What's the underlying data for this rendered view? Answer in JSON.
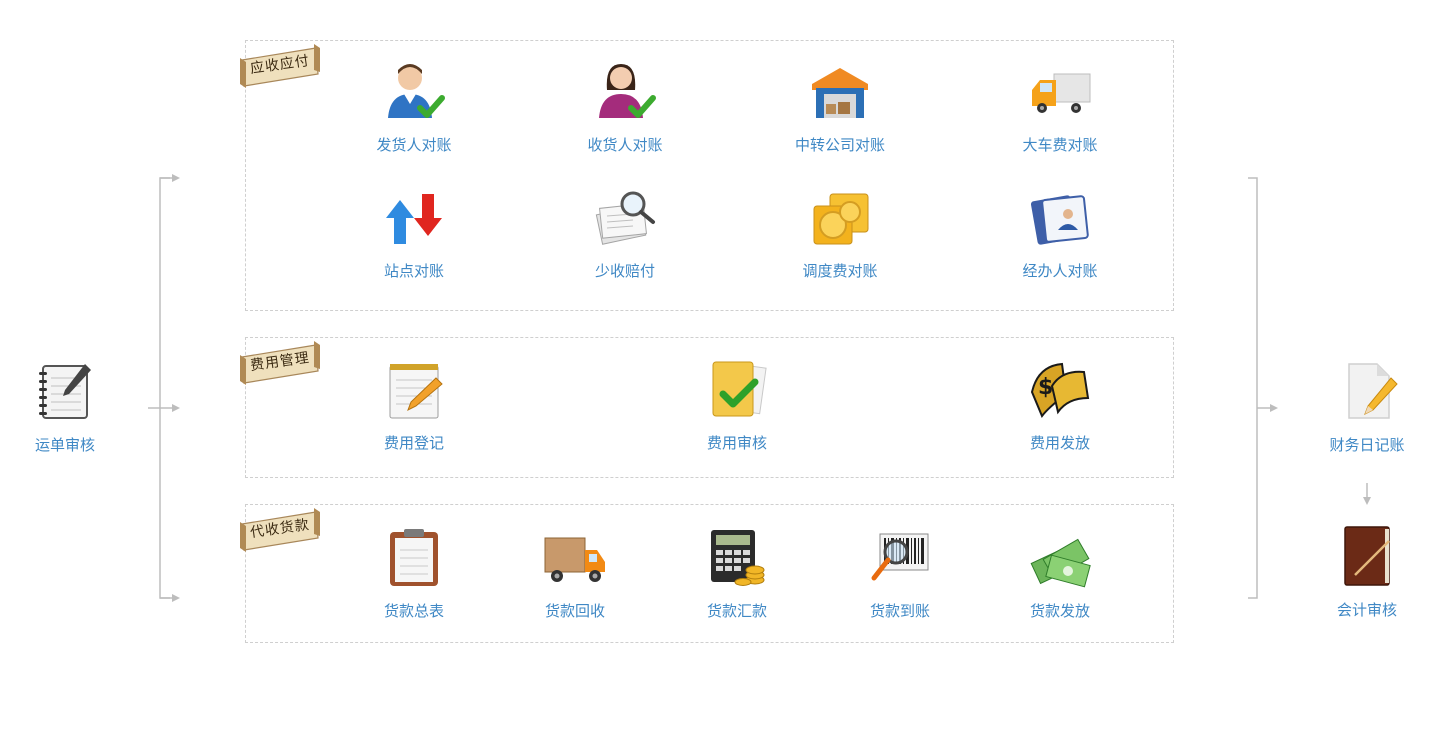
{
  "colors": {
    "label": "#3f88c5",
    "panel_border": "#cfcfcf",
    "ribbon": "#e8d3a6",
    "connector": "#bdbdbd"
  },
  "left": {
    "label": "运单审核",
    "icon": "notebook-pen-icon"
  },
  "right": {
    "top": {
      "label": "财务日记账",
      "icon": "document-pencil-icon"
    },
    "bottom": {
      "label": "会计审核",
      "icon": "ledger-book-icon"
    }
  },
  "sections": {
    "receivable": {
      "title": "应收应付",
      "items": [
        {
          "label": "发货人对账",
          "icon": "male-user-check-icon"
        },
        {
          "label": "收货人对账",
          "icon": "female-user-check-icon"
        },
        {
          "label": "中转公司对账",
          "icon": "warehouse-icon"
        },
        {
          "label": "大车费对账",
          "icon": "truck-icon"
        },
        {
          "label": "站点对账",
          "icon": "up-down-arrows-icon"
        },
        {
          "label": "少收赔付",
          "icon": "magnifier-documents-icon"
        },
        {
          "label": "调度费对账",
          "icon": "gold-coins-icon"
        },
        {
          "label": "经办人对账",
          "icon": "id-cards-icon"
        }
      ]
    },
    "expense": {
      "title": "费用管理",
      "items": [
        {
          "label": "费用登记",
          "icon": "notepad-pencil-icon"
        },
        {
          "label": "费用审核",
          "icon": "folder-check-icon"
        },
        {
          "label": "费用发放",
          "icon": "dollar-bills-icon"
        }
      ]
    },
    "cod": {
      "title": "代收货款",
      "items": [
        {
          "label": "货款总表",
          "icon": "clipboard-icon"
        },
        {
          "label": "货款回收",
          "icon": "delivery-truck-icon"
        },
        {
          "label": "货款汇款",
          "icon": "calculator-coins-icon"
        },
        {
          "label": "货款到账",
          "icon": "barcode-scan-icon"
        },
        {
          "label": "货款发放",
          "icon": "cash-stack-icon"
        }
      ]
    }
  }
}
